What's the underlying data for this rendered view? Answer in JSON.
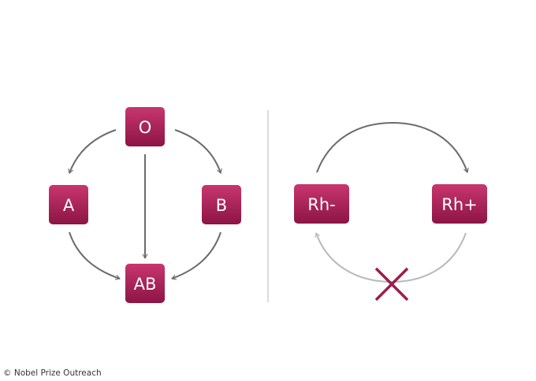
{
  "nodes": {
    "o": "O",
    "a": "A",
    "b": "B",
    "ab": "AB",
    "rh_neg": "Rh-",
    "rh_pos": "Rh+"
  },
  "credit": "© Nobel Prize Outreach",
  "colors": {
    "node_top": "#c8366f",
    "node_bottom": "#8c1544",
    "arrow": "#6b6b6b",
    "arrow_blocked": "#b9b9b9",
    "cross": "#9a1f4c",
    "divider": "#cfcfcf"
  }
}
